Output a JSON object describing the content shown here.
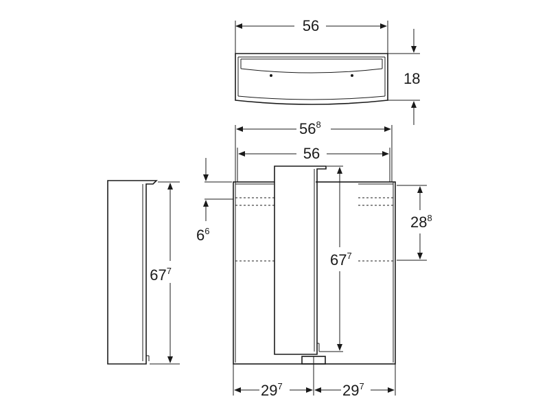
{
  "dimensions": {
    "top_width": "56",
    "top_depth": "18",
    "overall_width_main": "56",
    "overall_width_sup": "8",
    "inner_width": "56",
    "top_offset_main": "6",
    "top_offset_sup": "6",
    "side_height_main": "67",
    "side_height_sup": "7",
    "door_height_main": "67",
    "door_height_sup": "7",
    "shelf_height_main": "28",
    "shelf_height_sup": "8",
    "bottom_left_main": "29",
    "bottom_left_sup": "7",
    "bottom_right_main": "29",
    "bottom_right_sup": "7"
  },
  "colors": {
    "line": "#1a1a1a",
    "background": "#ffffff"
  }
}
